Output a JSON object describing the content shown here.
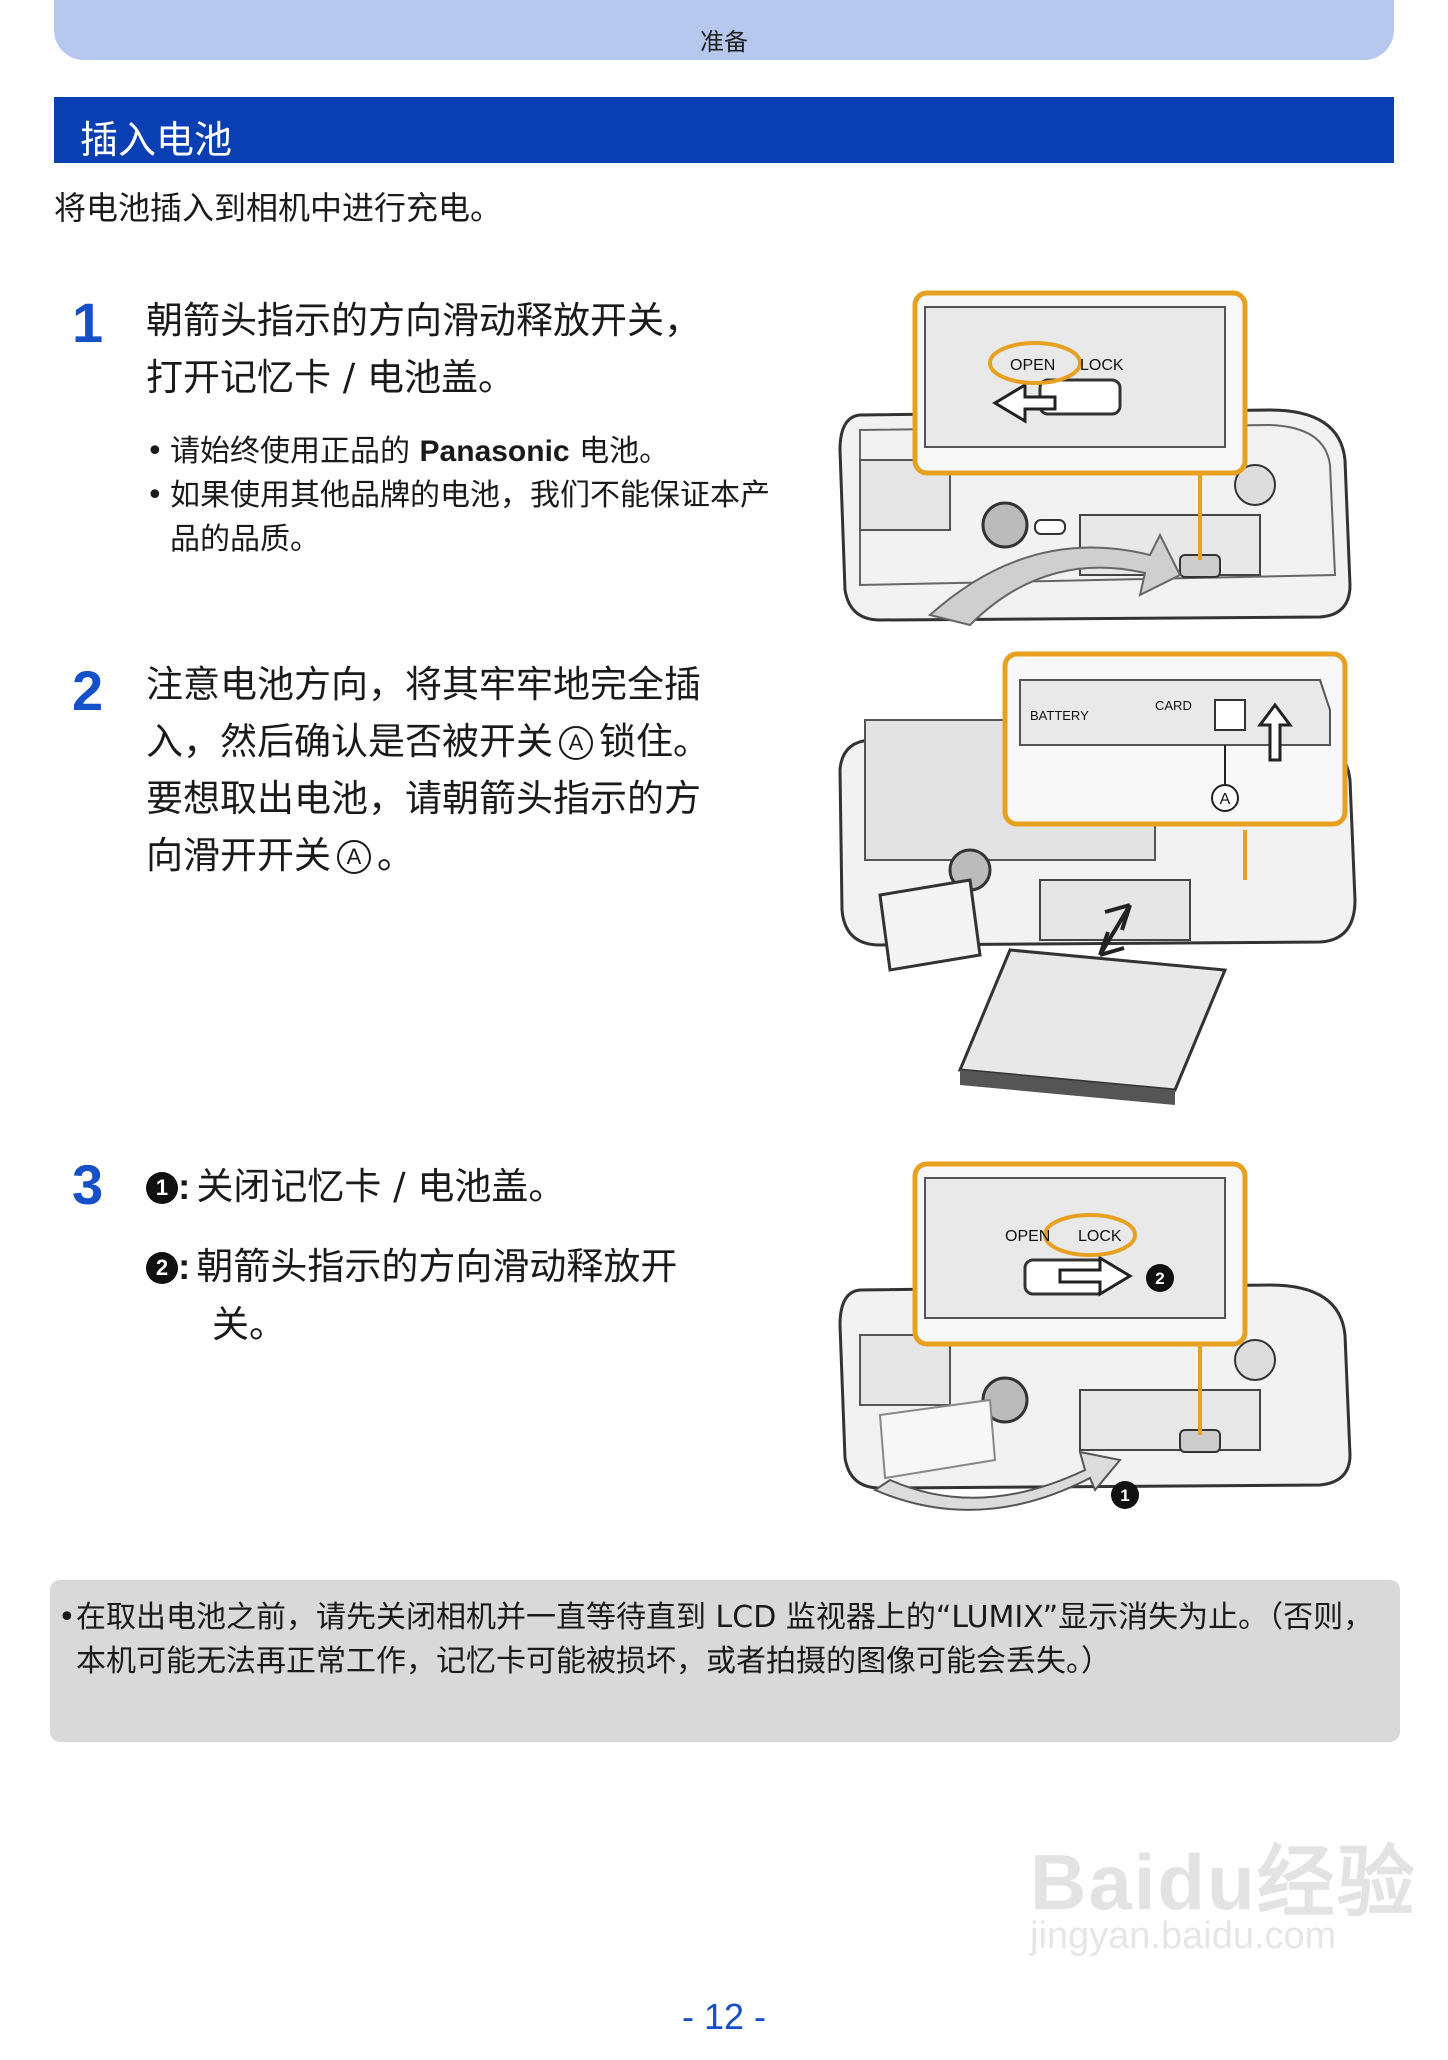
{
  "header": {
    "title": "准备"
  },
  "section": {
    "title": "插入电池"
  },
  "intro": "将电池插入到相机中进行充电。",
  "steps": [
    {
      "number": "1",
      "lines": [
        "朝箭头指示的方向滑动释放开关，",
        "打开记忆卡 / 电池盖。"
      ],
      "bullets": [
        {
          "prefix": "请始终使用正品的 ",
          "brand": "Panasonic",
          "suffix": " 电池。"
        },
        {
          "text": "如果使用其他品牌的电池，我们不能保证本产品的品质。"
        }
      ]
    },
    {
      "number": "2",
      "line1": "注意电池方向，将其牢牢地完全插",
      "line2_a": "入，然后确认是否被开关",
      "line2_b": "锁住。",
      "line3": "要想取出电池，请朝箭头指示的方",
      "line4_a": "向滑开开关",
      "line4_b": "。",
      "marker": "A"
    },
    {
      "number": "3",
      "sub1": {
        "marker": "1",
        "text": "关闭记忆卡 / 电池盖。"
      },
      "sub2": {
        "marker": "2",
        "text_a": "朝箭头指示的方向滑动释放开",
        "text_b": "关。"
      }
    }
  ],
  "illustrations": {
    "fig1": {
      "open": "OPEN",
      "lock": "LOCK"
    },
    "fig2": {
      "battery": "BATTERY",
      "card": "CARD",
      "marker": "A"
    },
    "fig3": {
      "open": "OPEN",
      "lock": "LOCK",
      "marker1": "1",
      "marker2": "2"
    }
  },
  "note": {
    "text": "在取出电池之前，请先关闭相机并一直等待直到 LCD 监视器上的“LUMIX”显示消失为止。（否则，本机可能无法再正常工作，记忆卡可能被损坏，或者拍摄的图像可能会丢失。）"
  },
  "page_number": "- 12 -",
  "watermark": {
    "logo": "Baidu经验",
    "url": "jingyan.baidu.com"
  },
  "colors": {
    "accent_blue": "#0a3fb4",
    "step_blue": "#1550c8",
    "callout_orange": "#e8a020"
  }
}
